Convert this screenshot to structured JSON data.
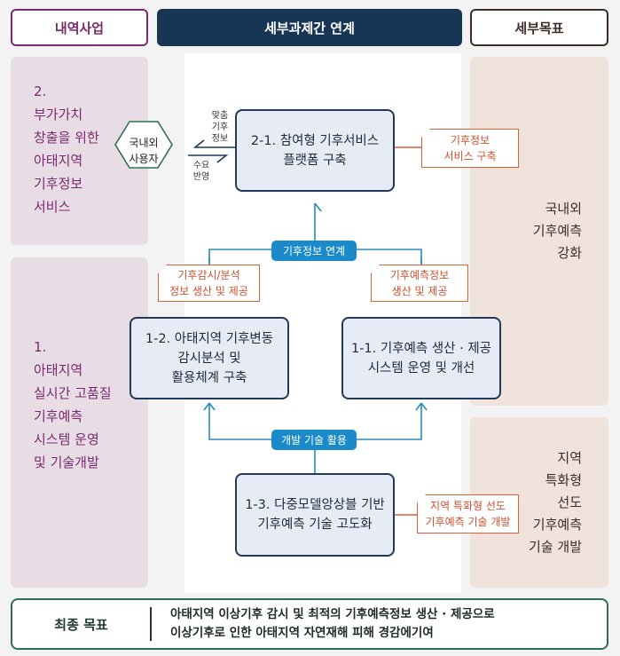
{
  "headers": {
    "left": "내역사업",
    "center": "세부과제간 연계",
    "right": "세부목표"
  },
  "left_panels": [
    {
      "text": "2.\n부가가치\n창출을 위한\n아태지역\n기후정보\n서비스"
    },
    {
      "text": "1.\n아태지역\n실시간 고품질\n기후예측\n시스템 운영\n및 기술개발"
    }
  ],
  "right_panels": [
    {
      "text": "국내외\n기후예측\n강화"
    },
    {
      "text": "지역\n특화형\n선도\n기후예측\n기술 개발"
    }
  ],
  "users": {
    "label": "국내외\n사용자",
    "out_label": "맞춤\n기후\n정보",
    "in_label": "수요\n반영"
  },
  "tasks": {
    "t21": "2-1. 참여형 기후서비스\n플랫폼 구축",
    "t12": "1-2. 아태지역 기후변동\n감시분석 및\n활용체계 구축",
    "t11": "1-1. 기후예측 생산 · 제공\n시스템 운영 및 개선",
    "t13": "1-3. 다중모델앙상블 기반\n기후예측 기술 고도화"
  },
  "outputs": {
    "o21": "기후정보\n서비스 구축",
    "o12": "기후감시/분석\n정보 생산 및 제공",
    "o11": "기후예측정보\n생산 및 제공",
    "o13": "지역 특화형 선도\n기후예측 기술 개발"
  },
  "links": {
    "climate_info": "기후정보 연계",
    "dev_tech": "개발 기술 활용"
  },
  "final_goal": {
    "label": "최종 목표",
    "lines": [
      "아태지역 이상기후 감시 및 최적의 기후예측정보 생산 · 제공으로",
      "이상기후로 인한 아태지역 자연재해 피해 경감에기여"
    ]
  }
}
